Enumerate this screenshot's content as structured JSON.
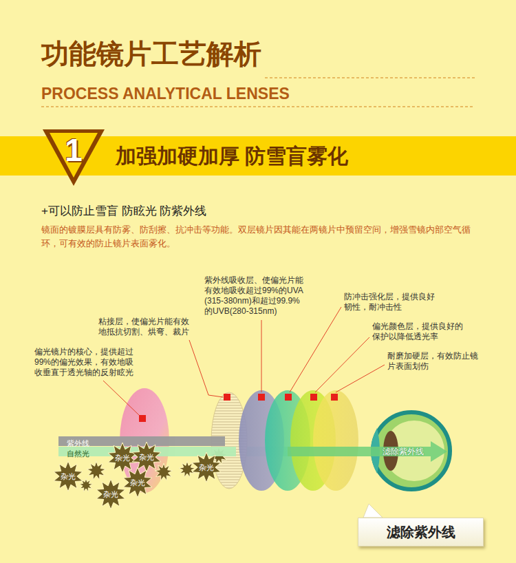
{
  "diagram": {
    "title": "功能镜片工艺解析",
    "nodes": [
      {
        "text": [
          "加强加硬加厚 防雪盲雾化"
        ]
      },
      {
        "text": [
          "1"
        ],
        "in": 0
      },
      {
        "text": [
          "紫外线"
        ]
      },
      {
        "text": [
          "自然光"
        ]
      },
      {
        "text": [
          "滤除紫外线"
        ]
      },
      {
        "text": [
          "杂光"
        ]
      },
      {
        "text": [
          "杂光"
        ]
      },
      {
        "text": [
          "杂光"
        ]
      },
      {
        "text": [
          "杂光"
        ]
      },
      {
        "text": [
          "杂光"
        ]
      },
      {
        "text": [
          "杂光"
        ]
      },
      {
        "text": [
          "滤除紫外线"
        ]
      }
    ],
    "labels": [
      "PROCESS ANALYTICAL LENSES",
      "+可以防止雪盲 防眩光 防紫外线",
      "镜面的镀膜层具有防雾、防刮擦、抗冲击等功能。双层镜片因其能在两镜片中预留空间，增强雪镜内部空气循 环，可有效的防止镜片表面雾化。",
      "紫外线吸收层、使偏光片能 有效地吸收超过99%的UVA (315-380nm)和超过99.9% 的UVB(280-315nm)",
      "防冲击强化层，提供良好 韧性，耐冲击性",
      "粘接层，使偏光片能有效 地抵抗切割、烘弯、裁片",
      "偏光颜色层，提供良好的 保护以降低透光率",
      "偏光镜片的核心，提供超过 99%的偏光效果，有效地吸 收垂直于透光轴的反射眩光",
      "耐磨加硬层，有效防止镜 片表面划伤"
    ]
  }
}
